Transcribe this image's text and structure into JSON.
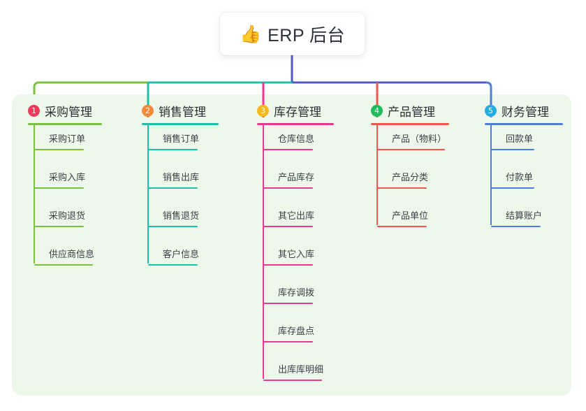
{
  "root": {
    "icon": "thumbs-up-icon",
    "emoji": "👍",
    "title": "ERP 后台"
  },
  "palette": {
    "panel_bg": "#eef8ea",
    "page_bg": "#ffffff",
    "text": "#2b2f36",
    "trunk": "#4f5bbd"
  },
  "branches": [
    {
      "index": "1",
      "title": "采购管理",
      "badge_color": "#ef3b5b",
      "line_color": "#7ac143",
      "children": [
        {
          "label": "采购订单"
        },
        {
          "label": "采购入库"
        },
        {
          "label": "采购退货"
        },
        {
          "label": "供应商信息"
        }
      ]
    },
    {
      "index": "2",
      "title": "销售管理",
      "badge_color": "#f5893c",
      "line_color": "#1fc0a8",
      "children": [
        {
          "label": "销售订单"
        },
        {
          "label": "销售出库"
        },
        {
          "label": "销售退货"
        },
        {
          "label": "客户信息"
        }
      ]
    },
    {
      "index": "3",
      "title": "库存管理",
      "badge_color": "#f6b81c",
      "line_color": "#e8398f",
      "children": [
        {
          "label": "仓库信息"
        },
        {
          "label": "产品库存"
        },
        {
          "label": "其它出库"
        },
        {
          "label": "其它入库"
        },
        {
          "label": "库存调拨"
        },
        {
          "label": "库存盘点"
        },
        {
          "label": "出库库明细"
        }
      ]
    },
    {
      "index": "4",
      "title": "产品管理",
      "badge_color": "#22bb5b",
      "line_color": "#f2564e",
      "children": [
        {
          "label": "产品（物料）"
        },
        {
          "label": "产品分类"
        },
        {
          "label": "产品单位"
        }
      ]
    },
    {
      "index": "5",
      "title": "财务管理",
      "badge_color": "#24aee0",
      "line_color": "#4f7ddb",
      "children": [
        {
          "label": "回款单"
        },
        {
          "label": "付款单"
        },
        {
          "label": "结算账户"
        }
      ]
    }
  ]
}
